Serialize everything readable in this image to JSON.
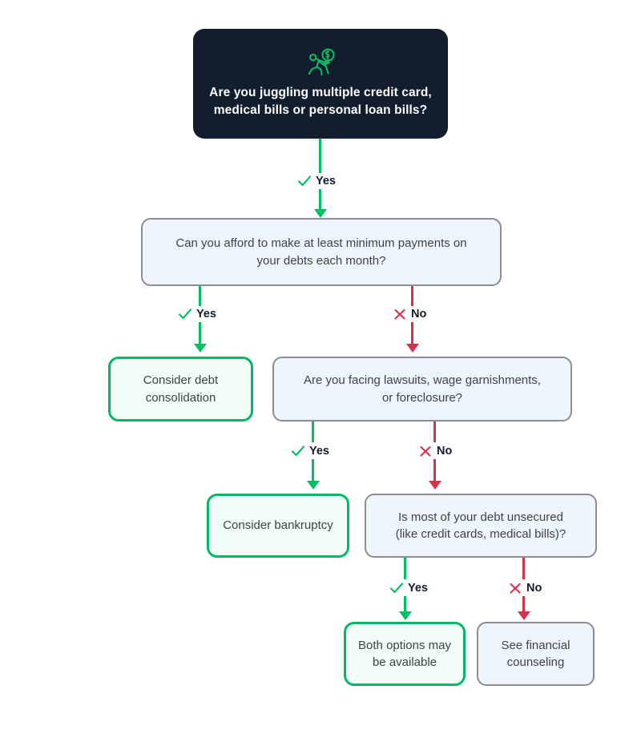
{
  "palette": {
    "root_bg": "#121e2e",
    "root_text": "#ffffff",
    "question_bg": "#eff5fc",
    "question_border": "#8a8d91",
    "outcome_green_bg": "#f2fdf7",
    "outcome_green_border": "#00b964",
    "outcome_gray_bg": "#eef4fb",
    "outcome_gray_border": "#8a8d91",
    "yes_color": "#00bf63",
    "no_color": "#d6334b",
    "body_text": "#3d4349",
    "label_text": "#121e2e",
    "page_bg": "#ffffff"
  },
  "flowchart": {
    "icon_name": "juggling-money-person-icon",
    "nodes": {
      "root": {
        "id": "root",
        "type": "root-question",
        "line1": "Are you juggling multiple credit card,",
        "line2": "medical bills or personal loan bills?"
      },
      "q_min_payments": {
        "id": "q_min_payments",
        "type": "question",
        "line1": "Can you afford to make at least minimum payments on",
        "line2": "your debts each month?"
      },
      "o_debt_consolidation": {
        "id": "o_debt_consolidation",
        "type": "outcome-green",
        "line1": "Consider debt",
        "line2": "consolidation"
      },
      "q_lawsuits": {
        "id": "q_lawsuits",
        "type": "question",
        "line1": "Are you facing lawsuits, wage garnishments,",
        "line2": "or foreclosure?"
      },
      "o_bankruptcy": {
        "id": "o_bankruptcy",
        "type": "outcome-green",
        "line1": "Consider bankruptcy",
        "line2": ""
      },
      "q_unsecured": {
        "id": "q_unsecured",
        "type": "question",
        "line1": "Is most of your debt unsecured",
        "line2": "(like credit cards, medical bills)?"
      },
      "o_both_options": {
        "id": "o_both_options",
        "type": "outcome-green",
        "line1": "Both options may",
        "line2": "be available"
      },
      "o_counseling": {
        "id": "o_counseling",
        "type": "outcome-gray",
        "line1": "See financial",
        "line2": "counseling"
      }
    },
    "branch_labels": {
      "root_yes": "Yes",
      "min_payments_yes": "Yes",
      "min_payments_no": "No",
      "lawsuits_yes": "Yes",
      "lawsuits_no": "No",
      "unsecured_yes": "Yes",
      "unsecured_no": "No"
    }
  }
}
